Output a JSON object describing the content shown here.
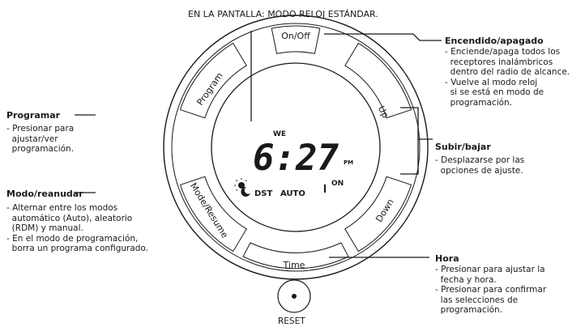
{
  "caption": "EN LA PANTALLA: MODO RELOJ ESTÁNDAR.",
  "device": {
    "buttons": {
      "on_off": "On/Off",
      "program": "Program",
      "up": "Up",
      "mode_resume": "Mode/Resume",
      "down": "Down",
      "time": "Time",
      "reset": "RESET"
    },
    "display": {
      "day": "WE",
      "time": "6:27",
      "pm": "PM",
      "on": "ON",
      "dst": "DST",
      "auto": "AUTO"
    }
  },
  "callouts": {
    "on_off": {
      "title": "Encendido/apagado",
      "lines": [
        "- Enciende/apaga todos los",
        "  receptores inalámbricos",
        "  dentro del radio de alcance.",
        "- Vuelve al modo reloj",
        "  si se está en modo de",
        "  programación."
      ]
    },
    "program": {
      "title": "Programar",
      "lines": [
        "- Presionar para",
        "  ajustar/ver",
        "  programación."
      ]
    },
    "up_down": {
      "title": "Subir/bajar",
      "lines": [
        "- Desplazarse por las",
        "  opciones de ajuste."
      ]
    },
    "mode": {
      "title": "Modo/reanudar",
      "lines": [
        "- Alternar entre los modos",
        "  automático (Auto), aleatorio",
        "  (RDM) y manual.",
        "- En el modo de programación,",
        "  borra un programa configurado."
      ]
    },
    "time": {
      "title": "Hora",
      "lines": [
        "- Presionar para ajustar la",
        "  fecha y hora.",
        "- Presionar para confirmar",
        "  las selecciones de",
        "  programación."
      ]
    }
  }
}
